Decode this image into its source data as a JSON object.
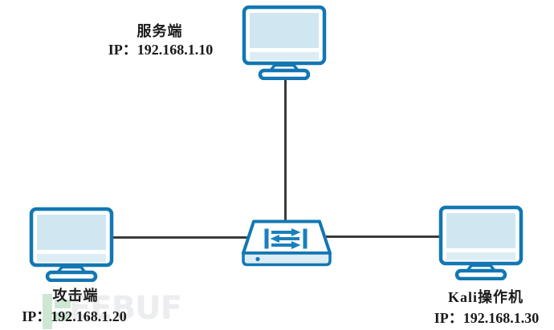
{
  "diagram": {
    "nodes": {
      "server": {
        "label": "服务端",
        "ip": "IP：192.168.1.10"
      },
      "attacker": {
        "label": "攻击端",
        "ip": "IP：192.168.1.20"
      },
      "kali": {
        "label": "Kali操作机",
        "ip": "IP：192.168.1.30"
      }
    },
    "hub": {
      "name": "switch",
      "icon": "network-switch-icon"
    },
    "connections": [
      {
        "from": "server",
        "to": "switch"
      },
      {
        "from": "attacker",
        "to": "switch"
      },
      {
        "from": "kali",
        "to": "switch"
      }
    ]
  },
  "watermark": {
    "logo": "freebuf-logo-mark",
    "text": "EEBUF"
  },
  "colors": {
    "device_outline": "#1277b3",
    "screen_fill": "#d0e7f2",
    "panel_fill": "#dcedf5",
    "connector_line": "#3b3b3b",
    "watermark_green": "#cde7d4",
    "watermark_gray": "#ecedee",
    "text": "#1a1a1a"
  }
}
